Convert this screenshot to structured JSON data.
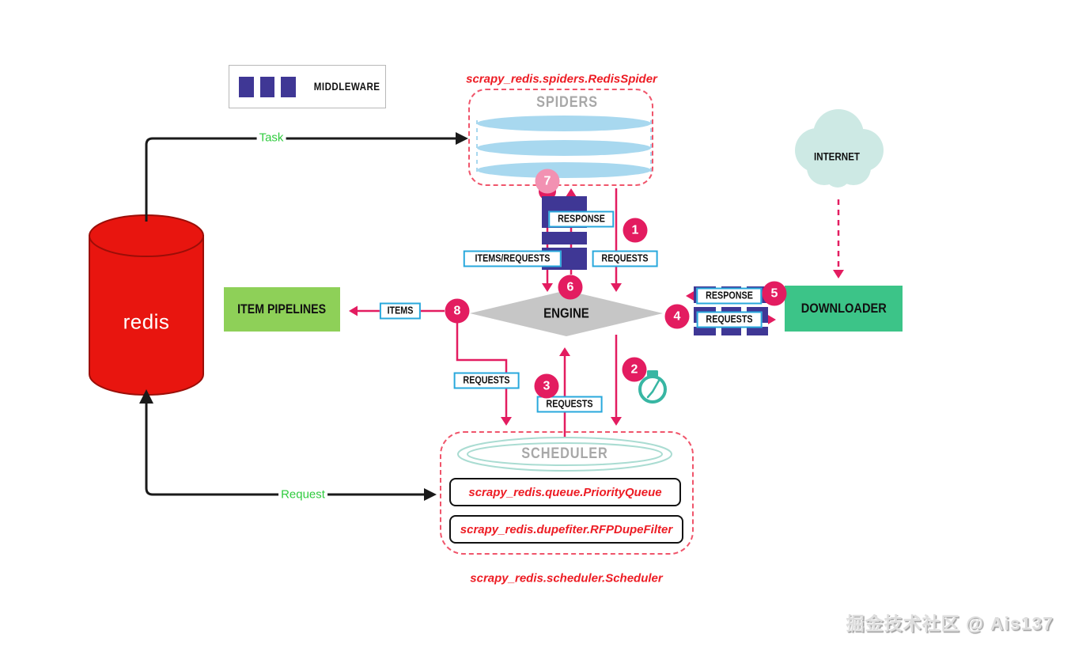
{
  "title": "scrapy-redis architecture diagram",
  "colors": {
    "crimson": "#e31c60",
    "light_pink": "#f291b2",
    "purple": "#3f3795",
    "label_border": "#29a8dc",
    "engine_gray": "#c6c6c6",
    "pipelines_green": "#8ed058",
    "downloader_green": "#3cc488",
    "cloud_teal": "#cde9e4",
    "clock_teal": "#38b6a3",
    "dashed_red": "#f0556b",
    "red_text": "#ed1c24",
    "redis_red": "#e8150f",
    "green_text": "#2fcb3e",
    "spider_blue": "#a8d8ef",
    "scheduler_teal": "#aadcd2",
    "gray_title": "#a8a8a8"
  },
  "middleware": {
    "label": "MIDDLEWARE"
  },
  "flows": {
    "task": "Task",
    "request": "Request"
  },
  "spiders": {
    "annotation": "scrapy_redis.spiders.RedisSpider",
    "title": "SPIDERS"
  },
  "engine": {
    "title": "ENGINE"
  },
  "item_pipelines": {
    "title": "ITEM PIPELINES"
  },
  "downloader": {
    "title": "DOWNLOADER"
  },
  "internet": {
    "title": "INTERNET"
  },
  "redis": {
    "title": "redis"
  },
  "scheduler": {
    "title": "SCHEDULER",
    "queue": "scrapy_redis.queue.PriorityQueue",
    "dupefilter": "scrapy_redis.dupefiter.RFPDupeFilter",
    "annotation": "scrapy_redis.scheduler.Scheduler"
  },
  "labels": {
    "response": "RESPONSE",
    "requests": "REQUESTS",
    "items_requests": "ITEMS/REQUESTS",
    "items": "ITEMS"
  },
  "steps": [
    "1",
    "2",
    "3",
    "4",
    "5",
    "6",
    "7",
    "8"
  ],
  "watermark": {
    "text": "掘金技术社区 @ Ais137"
  }
}
